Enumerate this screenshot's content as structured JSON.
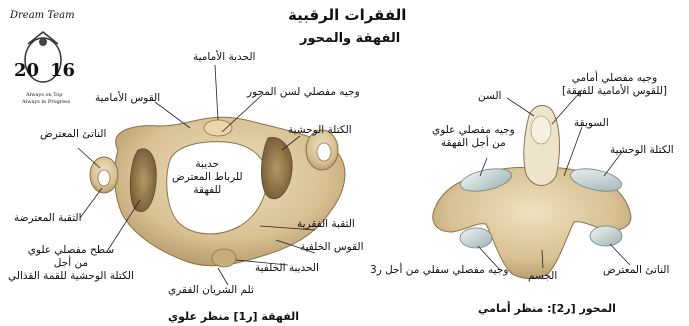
{
  "title": {
    "line1": "الفقرات الرقبية",
    "line2": "الفهقة والمحور"
  },
  "logo": {
    "name": "Dream Team",
    "year_left": "20",
    "year_right": "16",
    "tagline1": "Always on Top",
    "tagline2": "Always in Progress"
  },
  "atlas": {
    "caption": "الفهقة [ر1] منظر علوي",
    "labels": {
      "anterior_tubercle": "الحدبة الأمامية",
      "anterior_arch": "القوس الأمامية",
      "dens_facet": "وجيه مفصلي لسن المحور",
      "transverse_process": "الناتئ المعترض",
      "lateral_mass": "الكتلة الوحشية",
      "ligament_tubercle": "حديبة\nللرباط المعترض\nللفهقة",
      "transverse_foramen": "الثقبة المعترضة",
      "vertebral_foramen": "الثقبة الفقرية",
      "posterior_arch": "القوس الخلفية",
      "superior_facet": "سطح مفصلي علوي\nمن أجل\nالكتلة الوحشية للقمة القذالي",
      "posterior_tubercle": "الحديبة الخلفية",
      "vertebral_artery_groove": "ثلم الشريان الفقري"
    }
  },
  "axis": {
    "caption": "المحور [ر2]: منظر أمامي",
    "labels": {
      "dens": "السن",
      "anterior_facet": "وجيه مفصلي أمامي\n[للقوس الأمامية للفهقة]",
      "superior_facet": "وجيه مفصلي علوي\nمن أجل الفهقة",
      "pedicle": "السويقة",
      "lateral_mass": "الكتلة الوحشية",
      "inferior_facet": "وجيه مفصلي سفلي من أجل ر3",
      "body": "الجسم",
      "transverse_process": "الناتئ المعترض"
    }
  }
}
